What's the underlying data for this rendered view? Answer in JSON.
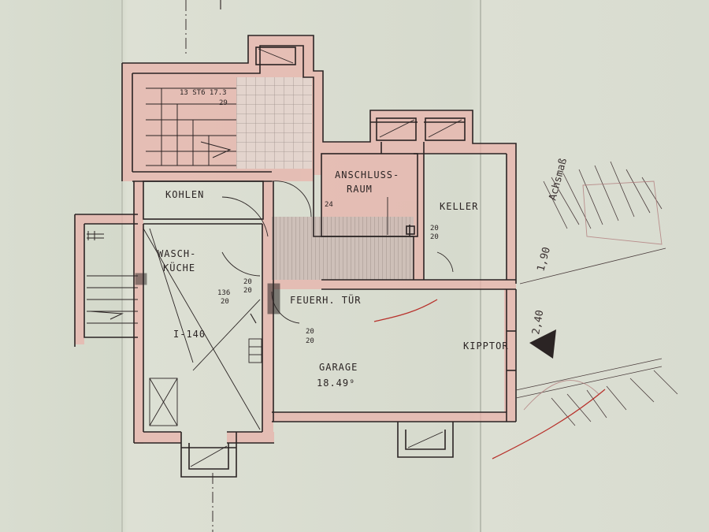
{
  "rooms": {
    "anschluss_line1": "ANSCHLUSS-",
    "anschluss_line2": "RAUM",
    "keller": "KELLER",
    "kohlen": "KOHLEN",
    "wasch_line1": "WASCH-",
    "wasch_line2": "KÜCHE",
    "garage": "GARAGE",
    "garage_area": "18.49⁹"
  },
  "annotations": {
    "stairs": "13 ST6 17.3",
    "stairs_sub": "29",
    "feuerh": "FEUERH. TÜR",
    "kipptor": "KIPPTOR",
    "level": "I-140",
    "dim_24": "24",
    "dim_20_a": "20",
    "dim_20_b": "20",
    "dim_20_c": "20",
    "dim_20_d": "20",
    "dim_20_e": "20",
    "dim_20_f": "20",
    "dim_136": "136",
    "dim_20_g": "20",
    "height_1": "1,90",
    "height_2": "2,40",
    "side_note": "Achsmaß"
  },
  "colors": {
    "paper": "#d7dbcf",
    "ink": "#2b2424",
    "red_pencil": "#e0a19a",
    "hatch": "#b5a7a3"
  }
}
